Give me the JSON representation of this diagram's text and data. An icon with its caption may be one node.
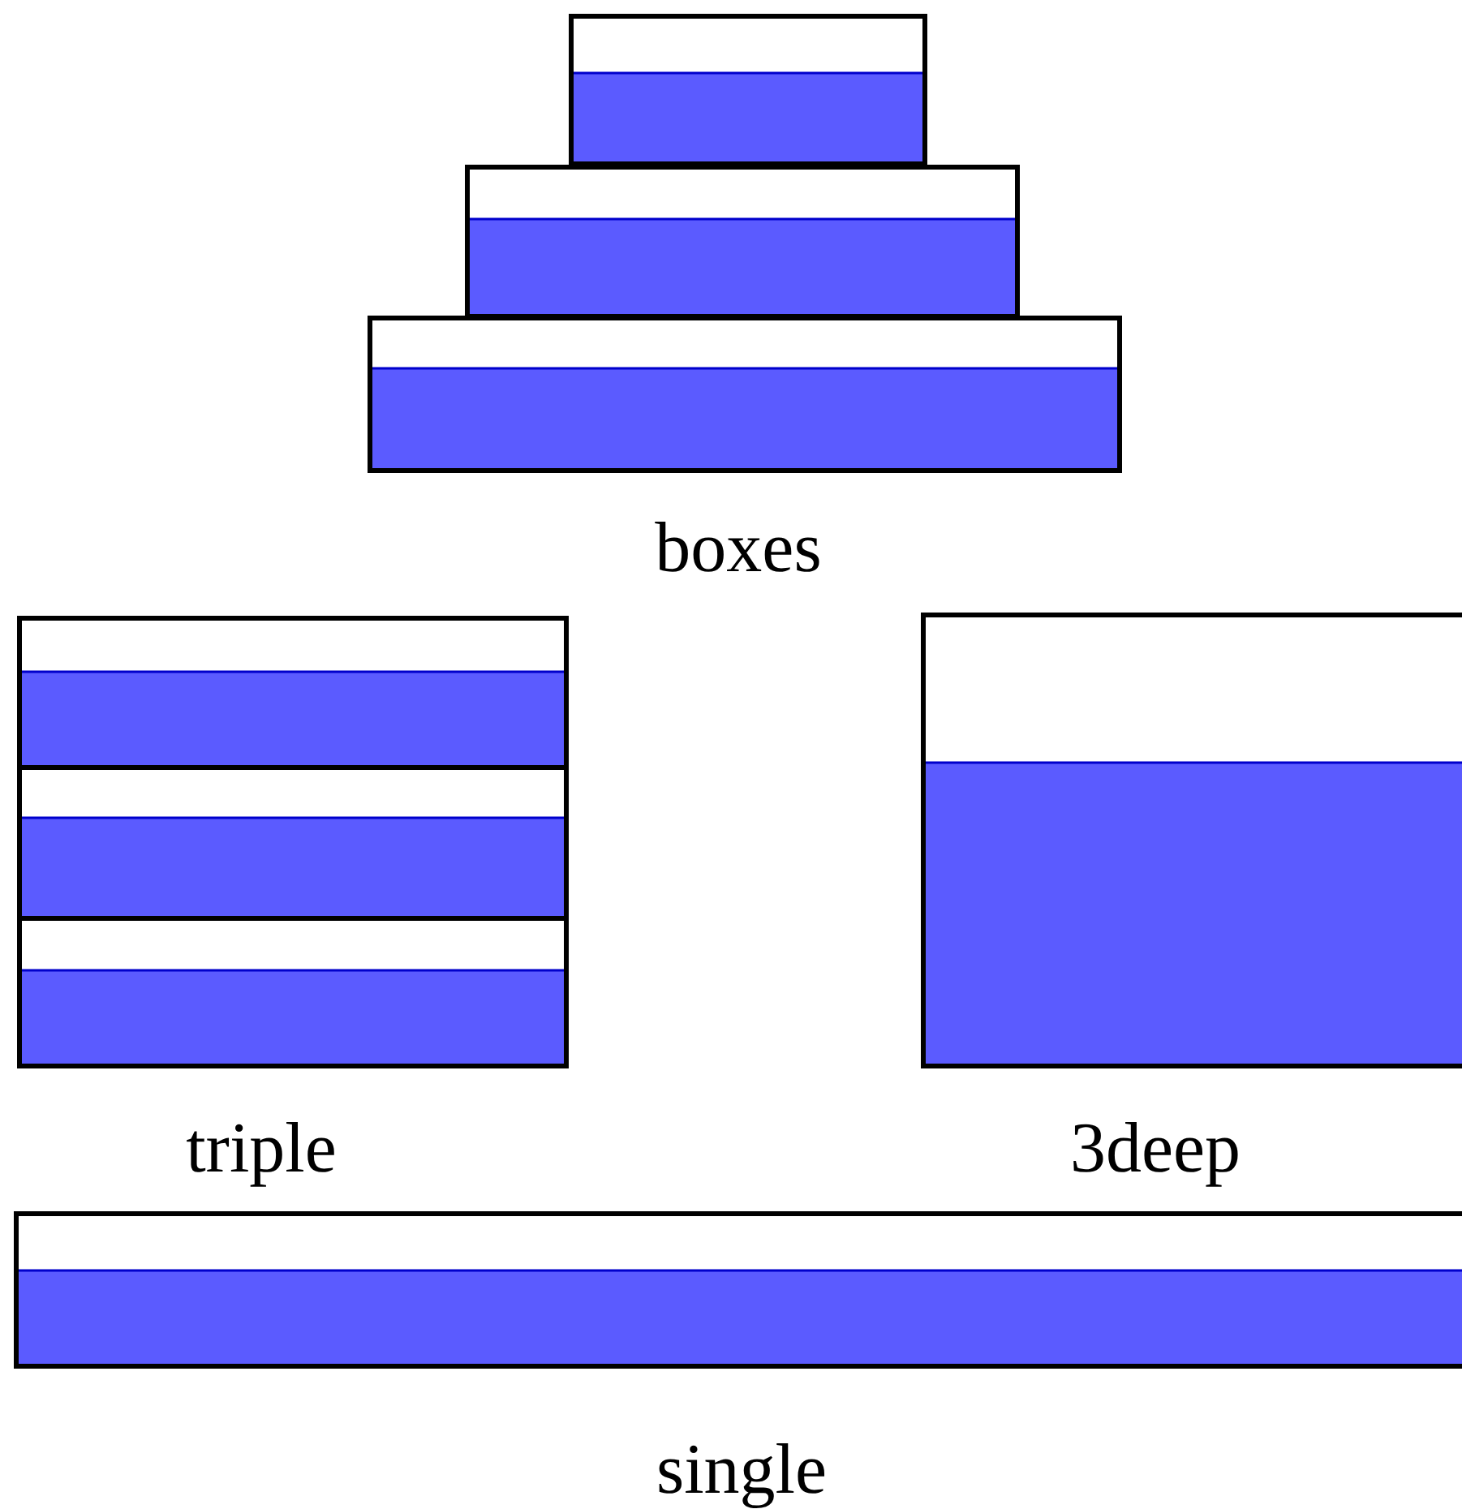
{
  "diagram": {
    "labels": [
      "boxes",
      "triple",
      "3deep",
      "single"
    ]
  }
}
